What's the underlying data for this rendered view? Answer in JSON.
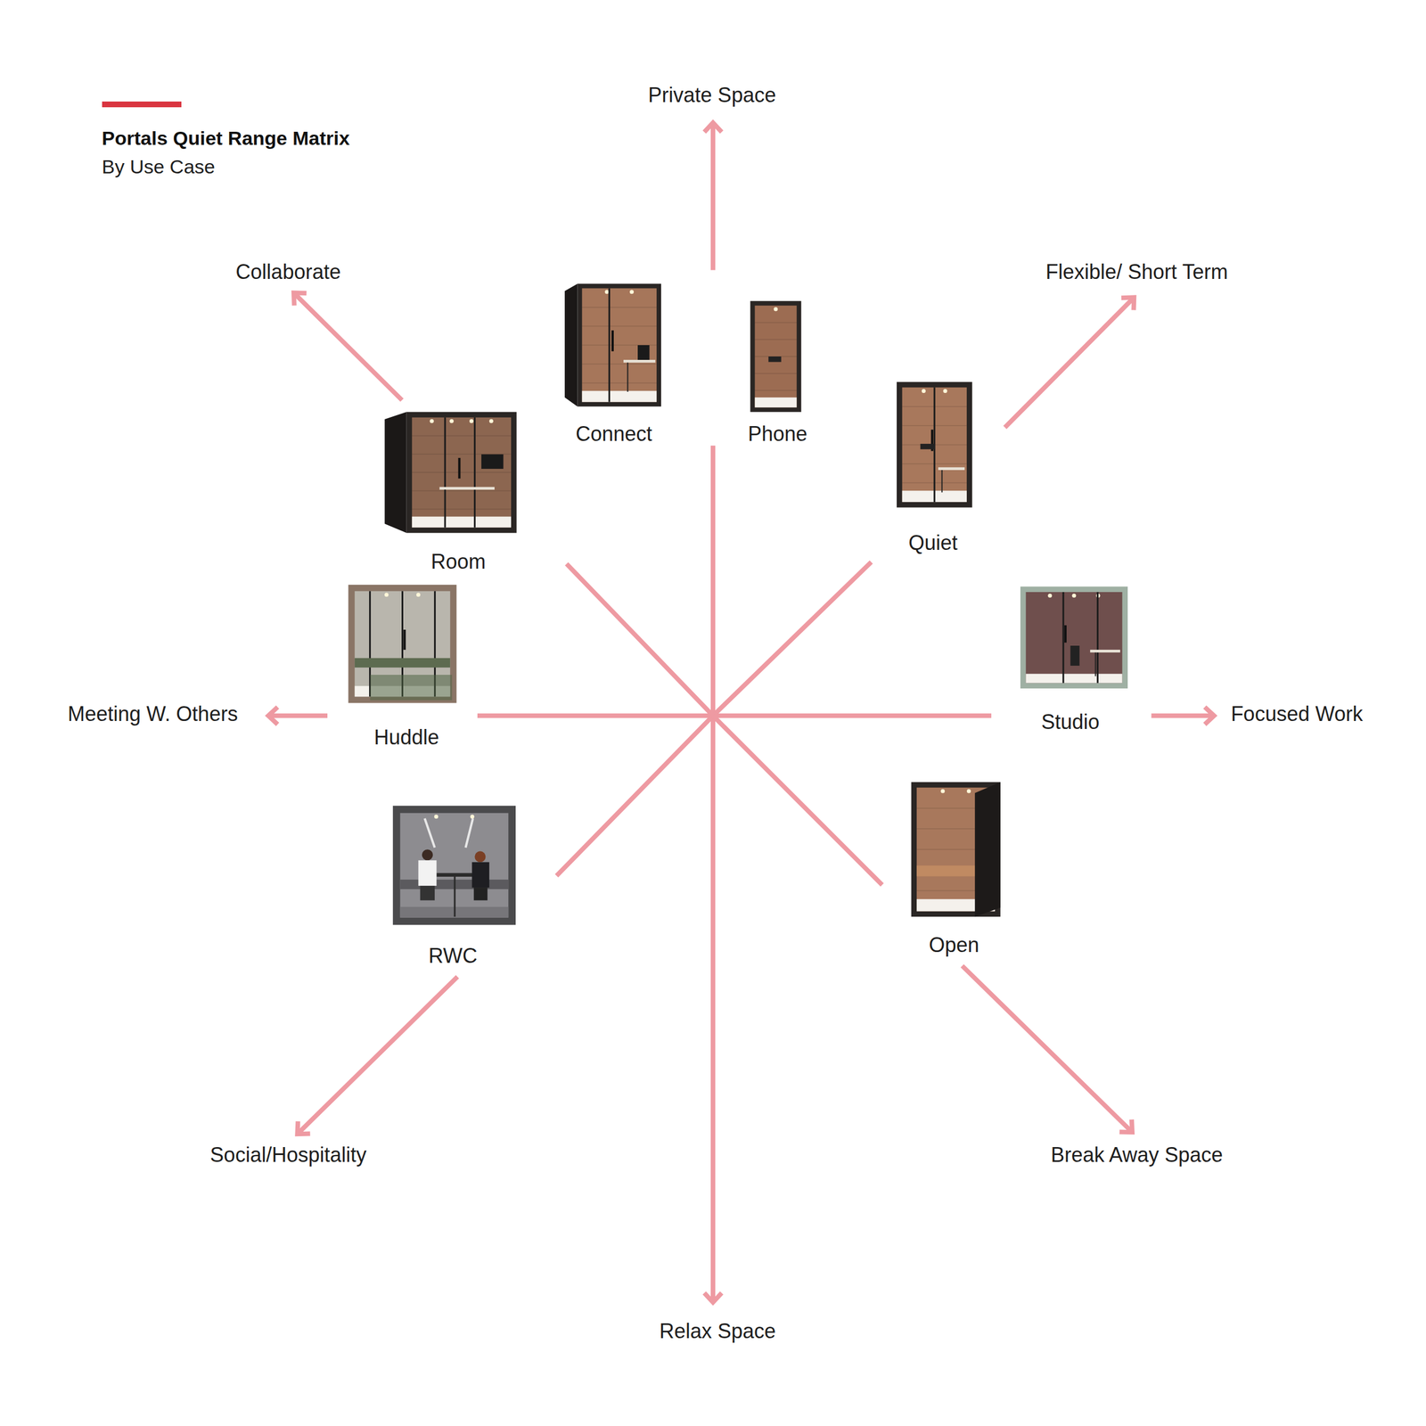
{
  "diagram": {
    "title": "Portals Quiet Range Matrix",
    "labels": [
      "By Use Case",
      "Private Space",
      "Collaborate",
      "Flexible/ Short Term",
      "Connect",
      "Phone",
      "Quiet",
      "Room",
      "Huddle",
      "Meeting W. Others",
      "Studio",
      "Focused Work",
      "RWC",
      "Open",
      "Social/Hospitality",
      "Break Away Space",
      "Relax Space"
    ]
  }
}
